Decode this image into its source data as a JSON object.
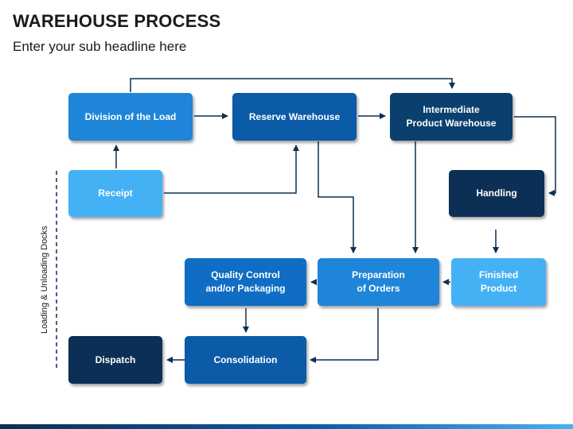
{
  "header": {
    "title": "WAREHOUSE PROCESS",
    "subtitle": "Enter your sub headline here"
  },
  "side_label": "Loading & Unloading Docks",
  "nodes": {
    "division": "Division of the Load",
    "reserve": "Reserve Warehouse",
    "intermediate": "Intermediate\nProduct Warehouse",
    "receipt": "Receipt",
    "handling": "Handling",
    "quality": "Quality Control\nand/or Packaging",
    "preparation": "Preparation\nof Orders",
    "finished": "Finished\nProduct",
    "dispatch": "Dispatch",
    "consolidation": "Consolidation"
  },
  "colors": {
    "connector": "#0c2f55",
    "light": "#45b1f5",
    "blue": "#1f85d9",
    "royal": "#0b5ba8",
    "navy": "#0b3f6e",
    "dark": "#0c2f55"
  }
}
